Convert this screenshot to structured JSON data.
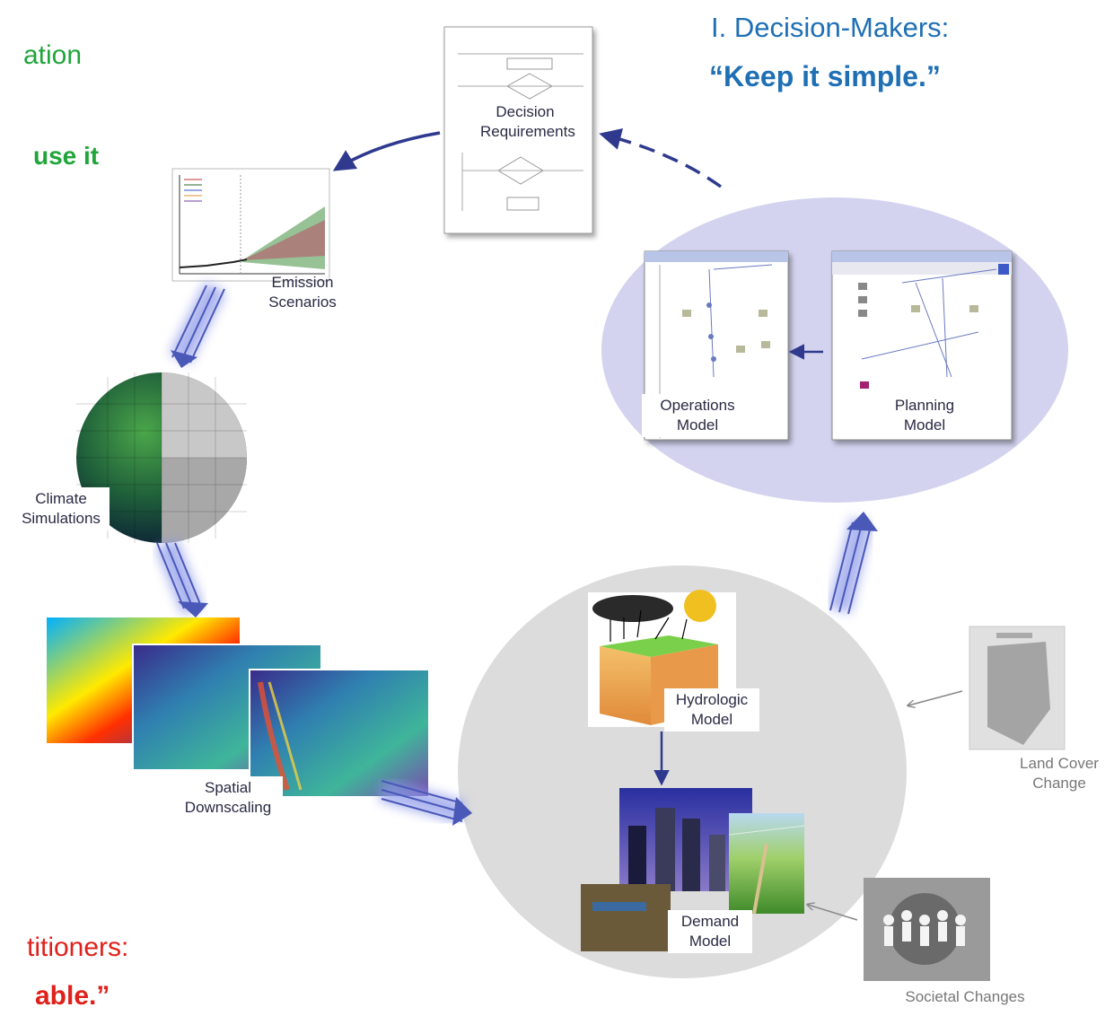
{
  "headlines": {
    "decision_makers_title": "I. Decision-Makers:",
    "decision_makers_quote": "“Keep it simple.”",
    "top_left_fragment": "ation",
    "top_left_bold": "use it",
    "bottom_left_fragment": "titioners:",
    "bottom_left_bold": "able.”"
  },
  "nodes": {
    "decision_requirements": [
      "Decision",
      "Requirements"
    ],
    "emission_scenarios": [
      "Emission",
      "Scenarios"
    ],
    "climate_simulations": [
      "Climate",
      "Simulations"
    ],
    "spatial_downscaling": [
      "Spatial",
      "Downscaling"
    ],
    "hydrologic_model": [
      "Hydrologic",
      "Model"
    ],
    "demand_model": [
      "Demand",
      "Model"
    ],
    "operations_model": [
      "Operations",
      "Model"
    ],
    "planning_model": [
      "Planning",
      "Model"
    ],
    "land_cover_change": [
      "Land Cover",
      "Change"
    ],
    "societal_changes": "Societal Changes"
  },
  "colors": {
    "decision_makers": "#1f6fb5",
    "top_left": "#1fa53a",
    "bottom_left": "#e0201a",
    "arrow_dark": "#2f3a8f",
    "glow_arrow": "#7a86d8",
    "ellipse_blue": "#d3d3ef",
    "ellipse_gray": "#dcdcdc"
  },
  "icons": [
    "flowchart-image",
    "emissions-chart-image",
    "globe-grid-image",
    "climate-map-image",
    "soil-column-image",
    "city-skyline-image",
    "irrigation-field-image",
    "software-window-image",
    "land-map-image",
    "people-chain-image"
  ]
}
